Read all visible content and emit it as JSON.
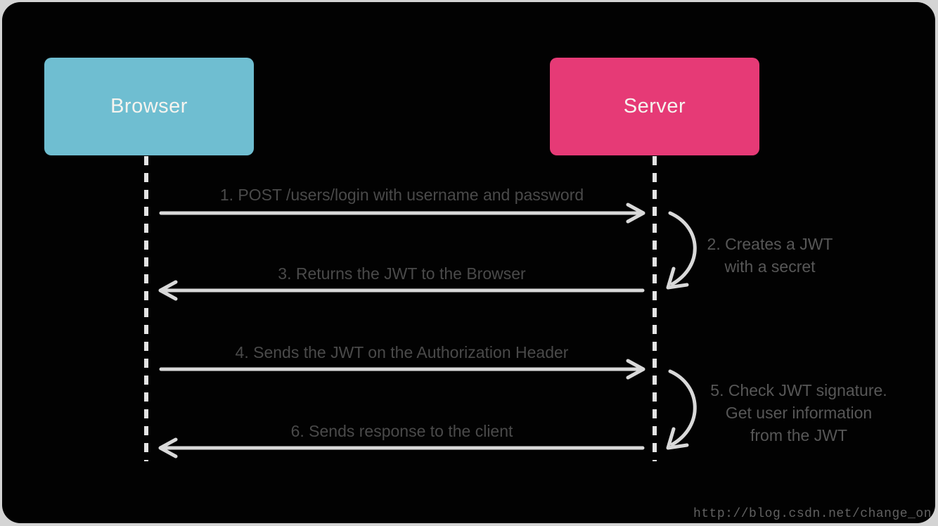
{
  "actors": {
    "browser": {
      "label": "Browser",
      "color": "#6fbed1"
    },
    "server": {
      "label": "Server",
      "color": "#e63a76"
    }
  },
  "messages": [
    {
      "text": "1. POST /users/login with username and password",
      "from": "browser",
      "to": "server"
    },
    {
      "text": "3. Returns the JWT to the Browser",
      "from": "server",
      "to": "browser"
    },
    {
      "text": "4. Sends the JWT on the Authorization Header",
      "from": "browser",
      "to": "server"
    },
    {
      "text": "6. Sends response to the client",
      "from": "server",
      "to": "browser"
    }
  ],
  "self_actions": [
    {
      "lines": [
        "2. Creates a JWT",
        "with a secret"
      ]
    },
    {
      "lines": [
        "5. Check JWT signature.",
        "Get user information",
        "from the JWT"
      ]
    }
  ],
  "watermark": "http://blog.csdn.net/change_on",
  "colors": {
    "background": "#d4d4d4",
    "canvas": "#020202",
    "browser_box": "#6fbed1",
    "server_box": "#e63a76",
    "lifeline": "#e4e4e4",
    "arrow": "#d9d9d9",
    "message_text": "#4a4a4a",
    "annotation_text": "#575757",
    "watermark_text": "#616161"
  }
}
